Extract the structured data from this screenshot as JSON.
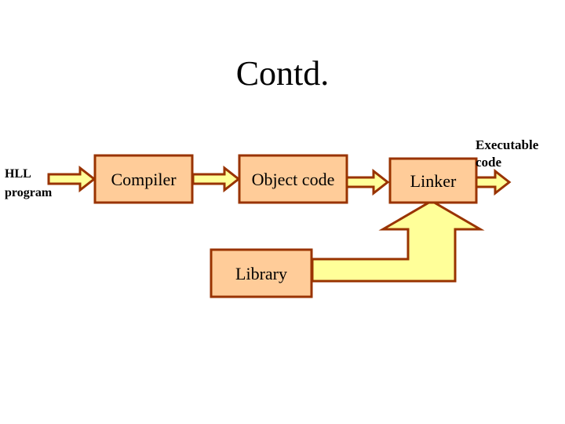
{
  "title": "Contd.",
  "colors": {
    "box_fill": "#FFCC99",
    "box_border": "#993300",
    "arrow_fill": "#FFFF99",
    "arrow_border": "#993300",
    "background": "#FFFFFF"
  },
  "labels": {
    "input_line1": "HLL",
    "input_line2": "program",
    "compiler": "Compiler",
    "object_code": "Object code",
    "linker": "Linker",
    "library": "Library",
    "output_line1": "Executable",
    "output_line2": "code"
  }
}
